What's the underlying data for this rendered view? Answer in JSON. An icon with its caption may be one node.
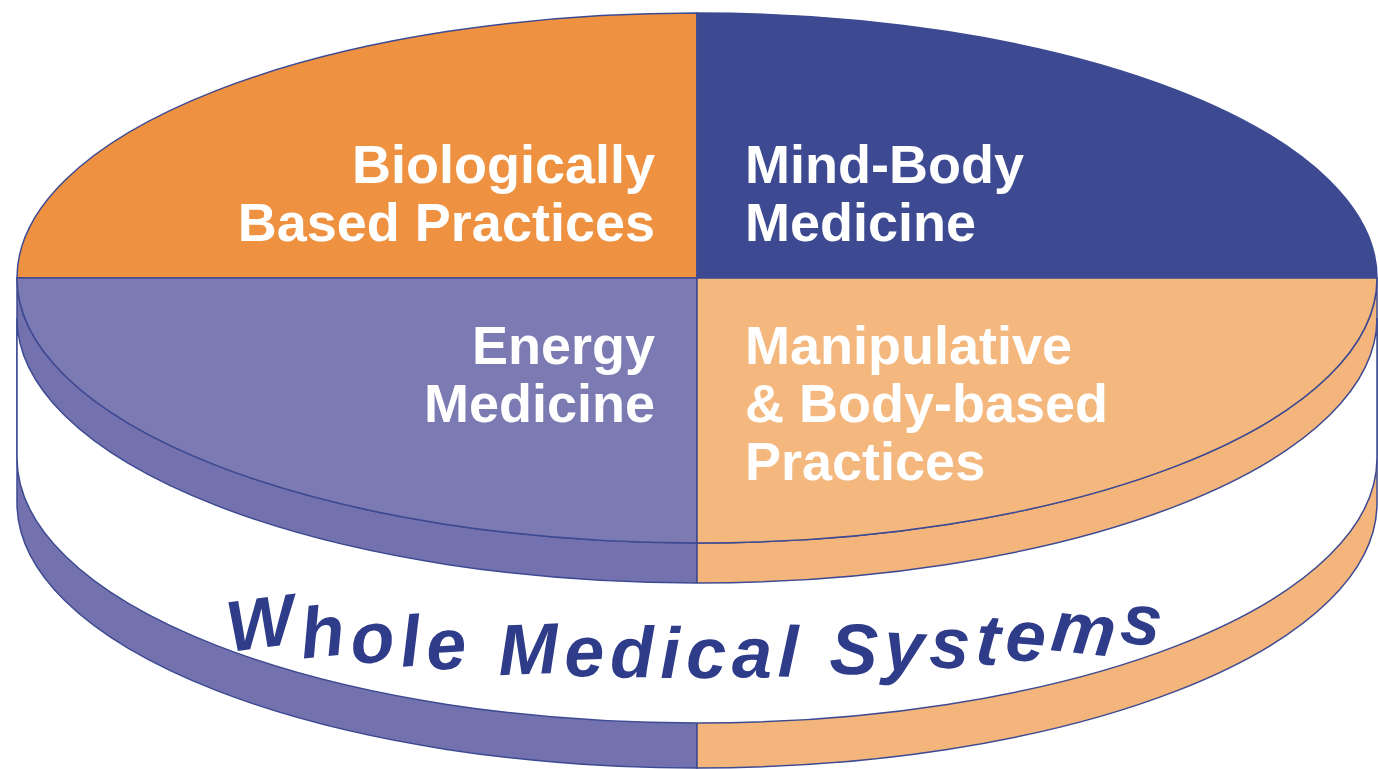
{
  "diagram": {
    "nodes": [
      {
        "text": [
          "Biologically Based Practices"
        ]
      },
      {
        "text": [
          "Mind-Body Medicine"
        ]
      },
      {
        "text": [
          "Energy Medicine"
        ]
      },
      {
        "text": [
          "Manipulative & Body-based Practices"
        ]
      },
      {
        "text": [
          "Whole Medical Systems"
        ]
      }
    ]
  }
}
